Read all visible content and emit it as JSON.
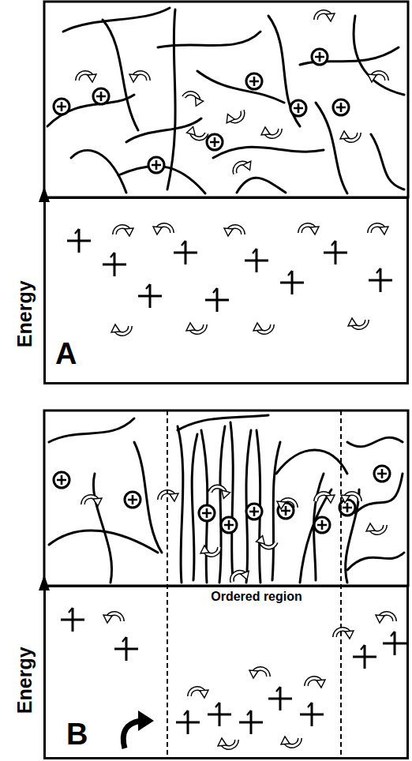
{
  "diagram": {
    "nodes": [
      {
        "text": [
          "Energy",
          "A"
        ]
      },
      {
        "text": [
          "Energy",
          "Ordered region",
          "B"
        ]
      }
    ]
  }
}
